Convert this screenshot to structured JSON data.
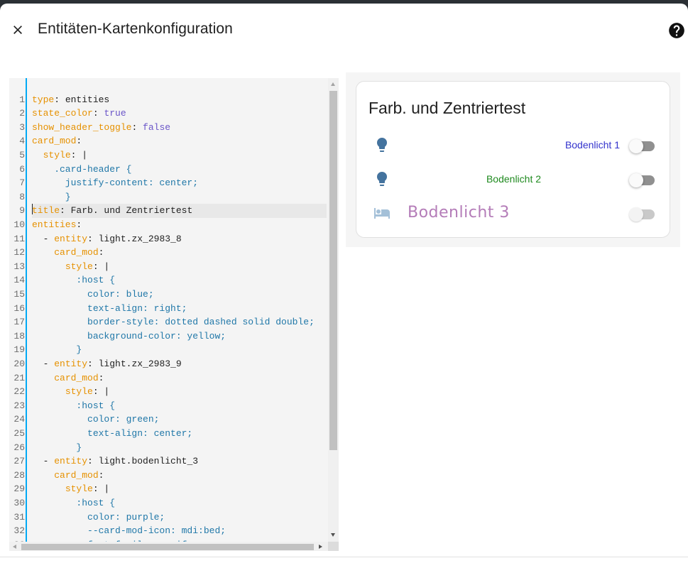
{
  "dialog": {
    "title": "Entitäten-Kartenkonfiguration",
    "close_icon": "close-icon",
    "help_icon": "help-circle-icon"
  },
  "editor": {
    "lines": [
      {
        "n": "1",
        "parts": [
          {
            "t": "type",
            "c": "k"
          },
          {
            "t": ": entities",
            "c": ""
          }
        ]
      },
      {
        "n": "2",
        "parts": [
          {
            "t": "state_color",
            "c": "k"
          },
          {
            "t": ": ",
            "c": ""
          },
          {
            "t": "true",
            "c": "b"
          }
        ]
      },
      {
        "n": "3",
        "parts": [
          {
            "t": "show_header_toggle",
            "c": "k"
          },
          {
            "t": ": ",
            "c": ""
          },
          {
            "t": "false",
            "c": "b"
          }
        ]
      },
      {
        "n": "4",
        "parts": [
          {
            "t": "card_mod",
            "c": "k"
          },
          {
            "t": ":",
            "c": ""
          }
        ]
      },
      {
        "n": "5",
        "parts": [
          {
            "t": "  ",
            "c": ""
          },
          {
            "t": "style",
            "c": "k"
          },
          {
            "t": ": |",
            "c": ""
          }
        ]
      },
      {
        "n": "6",
        "parts": [
          {
            "t": "    .card-header {",
            "c": "c"
          }
        ]
      },
      {
        "n": "7",
        "parts": [
          {
            "t": "      justify-content: center;",
            "c": "c"
          }
        ]
      },
      {
        "n": "8",
        "parts": [
          {
            "t": "      }",
            "c": "c"
          }
        ]
      },
      {
        "n": "9",
        "parts": [
          {
            "t": "title",
            "c": "k"
          },
          {
            "t": ": Farb. und Zentriertest",
            "c": ""
          }
        ],
        "active": true
      },
      {
        "n": "10",
        "parts": [
          {
            "t": "entities",
            "c": "k"
          },
          {
            "t": ":",
            "c": ""
          }
        ]
      },
      {
        "n": "11",
        "parts": [
          {
            "t": "  - ",
            "c": ""
          },
          {
            "t": "entity",
            "c": "k"
          },
          {
            "t": ": light.zx_2983_8",
            "c": ""
          }
        ]
      },
      {
        "n": "12",
        "parts": [
          {
            "t": "    ",
            "c": ""
          },
          {
            "t": "card_mod",
            "c": "k"
          },
          {
            "t": ":",
            "c": ""
          }
        ]
      },
      {
        "n": "13",
        "parts": [
          {
            "t": "      ",
            "c": ""
          },
          {
            "t": "style",
            "c": "k"
          },
          {
            "t": ": |",
            "c": ""
          }
        ]
      },
      {
        "n": "14",
        "parts": [
          {
            "t": "        :host {",
            "c": "c"
          }
        ]
      },
      {
        "n": "15",
        "parts": [
          {
            "t": "          color: blue;",
            "c": "c"
          }
        ]
      },
      {
        "n": "16",
        "parts": [
          {
            "t": "          text-align: right;",
            "c": "c"
          }
        ]
      },
      {
        "n": "17",
        "parts": [
          {
            "t": "          border-style: dotted dashed solid double;",
            "c": "c"
          }
        ]
      },
      {
        "n": "18",
        "parts": [
          {
            "t": "          background-color: yellow;",
            "c": "c"
          }
        ]
      },
      {
        "n": "19",
        "parts": [
          {
            "t": "        }",
            "c": "c"
          }
        ]
      },
      {
        "n": "20",
        "parts": [
          {
            "t": "  - ",
            "c": ""
          },
          {
            "t": "entity",
            "c": "k"
          },
          {
            "t": ": light.zx_2983_9",
            "c": ""
          }
        ]
      },
      {
        "n": "21",
        "parts": [
          {
            "t": "    ",
            "c": ""
          },
          {
            "t": "card_mod",
            "c": "k"
          },
          {
            "t": ":",
            "c": ""
          }
        ]
      },
      {
        "n": "22",
        "parts": [
          {
            "t": "      ",
            "c": ""
          },
          {
            "t": "style",
            "c": "k"
          },
          {
            "t": ": |",
            "c": ""
          }
        ]
      },
      {
        "n": "23",
        "parts": [
          {
            "t": "        :host {",
            "c": "c"
          }
        ]
      },
      {
        "n": "24",
        "parts": [
          {
            "t": "          color: green;",
            "c": "c"
          }
        ]
      },
      {
        "n": "25",
        "parts": [
          {
            "t": "          text-align: center;",
            "c": "c"
          }
        ]
      },
      {
        "n": "26",
        "parts": [
          {
            "t": "        }",
            "c": "c"
          }
        ]
      },
      {
        "n": "27",
        "parts": [
          {
            "t": "  - ",
            "c": ""
          },
          {
            "t": "entity",
            "c": "k"
          },
          {
            "t": ": light.bodenlicht_3",
            "c": ""
          }
        ]
      },
      {
        "n": "28",
        "parts": [
          {
            "t": "    ",
            "c": ""
          },
          {
            "t": "card_mod",
            "c": "k"
          },
          {
            "t": ":",
            "c": ""
          }
        ]
      },
      {
        "n": "29",
        "parts": [
          {
            "t": "      ",
            "c": ""
          },
          {
            "t": "style",
            "c": "k"
          },
          {
            "t": ": |",
            "c": ""
          }
        ]
      },
      {
        "n": "30",
        "parts": [
          {
            "t": "        :host {",
            "c": "c"
          }
        ]
      },
      {
        "n": "31",
        "parts": [
          {
            "t": "          color: purple;",
            "c": "c"
          }
        ]
      },
      {
        "n": "32",
        "parts": [
          {
            "t": "          --card-mod-icon: mdi:bed;",
            "c": "c"
          }
        ]
      },
      {
        "n": "33",
        "parts": [
          {
            "t": "          font-family: serif;",
            "c": "c"
          }
        ]
      }
    ]
  },
  "preview": {
    "card_title": "Farb. und Zentriertest",
    "entities": [
      {
        "name": "Bodenlicht 1",
        "icon": "lightbulb-icon",
        "color": "#3333cc",
        "align": "right",
        "toggle_on": false
      },
      {
        "name": "Bodenlicht 2",
        "icon": "lightbulb-icon",
        "color": "#1f8a1f",
        "align": "center",
        "toggle_on": false
      },
      {
        "name": "Bodenlicht 3",
        "icon": "bed-icon",
        "color": "#b47cb8",
        "align": "left",
        "toggle_on": false,
        "disabled": true
      }
    ]
  },
  "colors": {
    "key": "#e69100",
    "bool": "#6a55c8",
    "css": "#1f77a8",
    "gutter_accent": "#03a9f4",
    "icon_on": "#44739e"
  }
}
